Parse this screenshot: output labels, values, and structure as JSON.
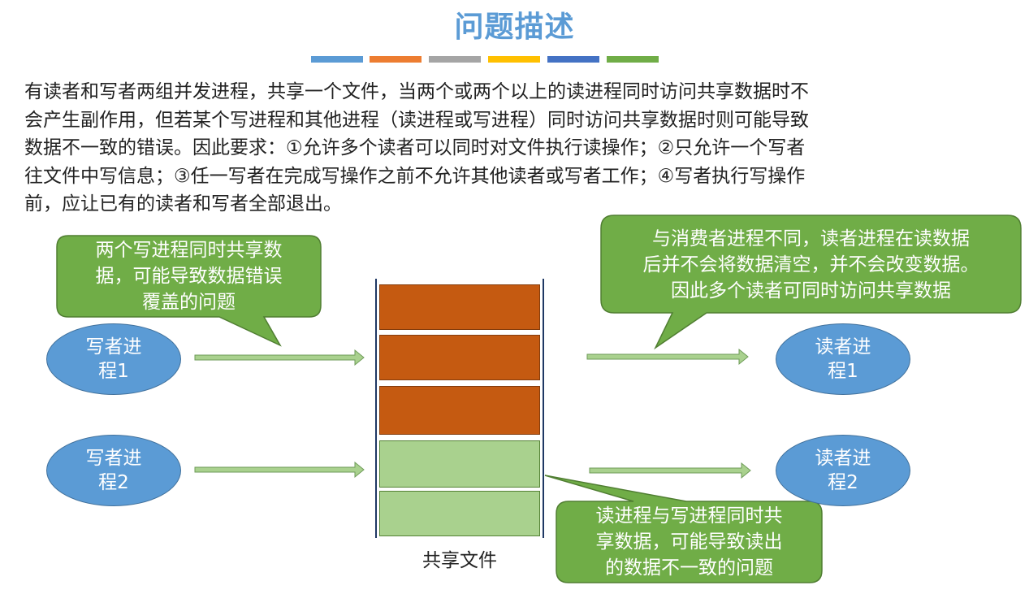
{
  "title": "问题描述",
  "color_bar": [
    "#5B9BD5",
    "#ED7D31",
    "#A5A5A5",
    "#FFC000",
    "#4472C4",
    "#70AD47"
  ],
  "description": {
    "lines": [
      "有读者和写者两组并发进程，共享一个文件，当两个或两个以上的读进程同时访问共享数据时不",
      "会产生副作用，但若某个写进程和其他进程（读进程或写进程）同时访问共享数据时则可能导致",
      "数据不一致的错误。因此要求：①允许多个读者可以同时对文件执行读操作；②只允许一个写者",
      "往文件中写信息；③任一写者在完成写操作之前不允许其他读者或写者工作；④写者执行写操作",
      "前，应让已有的读者和写者全部退出。"
    ]
  },
  "writers": [
    {
      "line1": "写者进",
      "line2": "程1"
    },
    {
      "line1": "写者进",
      "line2": "程2"
    }
  ],
  "readers": [
    {
      "line1": "读者进",
      "line2": "程1"
    },
    {
      "line1": "读者进",
      "line2": "程2"
    }
  ],
  "callouts": {
    "writer_conflict": [
      "两个写进程同时共享数",
      "据，可能导致数据错误",
      "覆盖的问题"
    ],
    "reader_note": [
      "与消费者进程不同，读者进程在读数据",
      "后并不会将数据清空，并不会改变数据。",
      "因此多个读者可同时访问共享数据"
    ],
    "read_write_conflict": [
      "读进程与写进程同时共",
      "享数据，可能导致读出",
      "的数据不一致的问题"
    ]
  },
  "shared_file": {
    "label": "共享文件",
    "blocks": [
      "used",
      "used",
      "used",
      "free",
      "free"
    ]
  },
  "colors": {
    "ellipse_fill": "#5B9BD5",
    "callout_fill": "#70AD47",
    "arrow_fill": "#A9D18E",
    "used_block": "#C55A11",
    "free_block": "#A9D18E"
  }
}
